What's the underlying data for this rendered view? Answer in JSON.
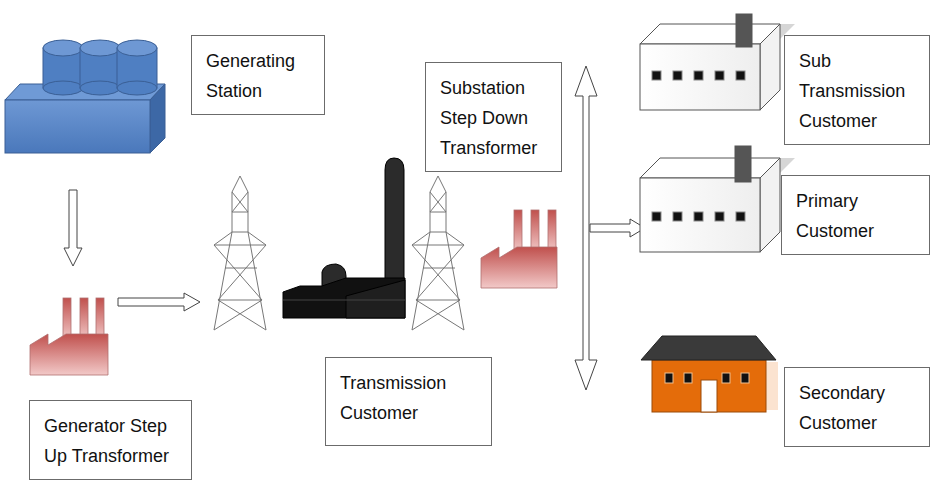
{
  "diagram": {
    "nodes": [
      {
        "text": [
          "Generating Station"
        ]
      },
      {
        "text": [
          "Sub Transmission Customer"
        ]
      },
      {
        "text": [
          "Substation Step Down Transformer"
        ]
      },
      {
        "text": [
          "Primary Customer"
        ]
      },
      {
        "text": [
          "Transmission Customer"
        ]
      },
      {
        "text": [
          "Secondary Customer"
        ]
      },
      {
        "text": [
          "Generator Step Up Transformer"
        ]
      }
    ]
  }
}
